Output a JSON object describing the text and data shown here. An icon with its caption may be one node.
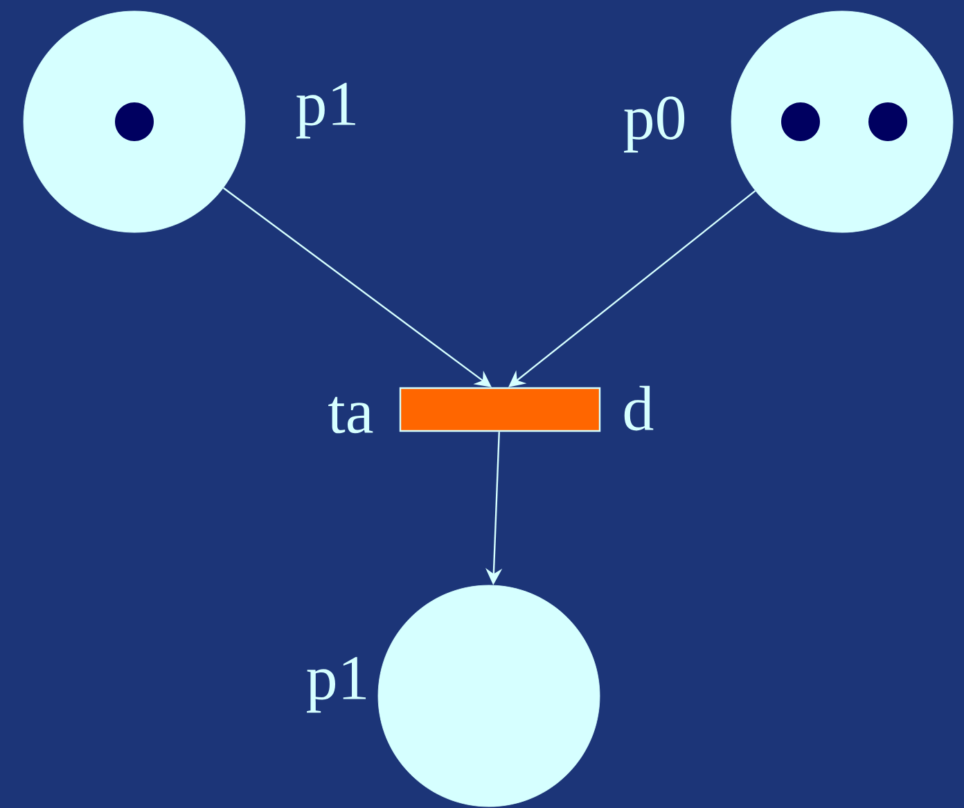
{
  "diagram": {
    "nodes": [
      {
        "text": [],
        "shape": "circle",
        "beside": [
          "p1"
        ]
      },
      {
        "text": [],
        "shape": "circle",
        "beside": [
          "p0"
        ]
      },
      {
        "text": [],
        "shape": "bar",
        "beside": [
          "ta",
          "d"
        ]
      },
      {
        "text": [],
        "shape": "circle",
        "beside": [
          "p1"
        ]
      }
    ],
    "edges": [
      {
        "from": 0,
        "to": 2,
        "arrow": "to"
      },
      {
        "from": 1,
        "to": 2,
        "arrow": "to"
      },
      {
        "from": 2,
        "to": 3,
        "arrow": "to"
      }
    ]
  }
}
